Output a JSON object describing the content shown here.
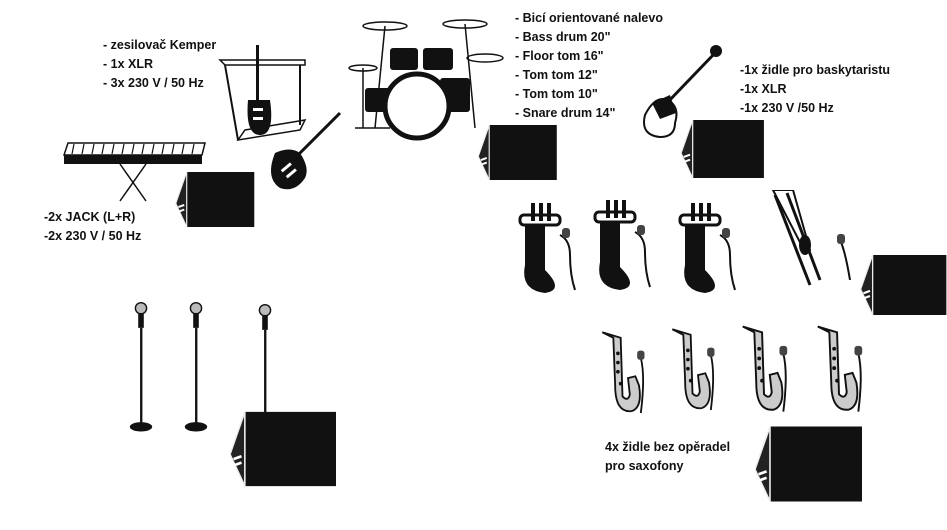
{
  "notes": {
    "guitar": [
      "- zesilovač Kemper",
      "- 1x XLR",
      "- 3x 230 V / 50 Hz"
    ],
    "keyboard": [
      "-2x JACK (L+R)",
      "-2x 230 V / 50 Hz"
    ],
    "drums": [
      "- Bicí orientované nalevo",
      "- Bass drum 20\"",
      "- Floor tom 16\"",
      "- Tom tom 12\"",
      "- Tom tom 10\"",
      "- Snare drum 14\""
    ],
    "bass": [
      "-1x židle pro baskytaristu",
      "-1x XLR",
      "-1x 230 V /50 Hz"
    ],
    "saxophones": [
      "4x židle bez opěradel",
      "pro saxofony"
    ]
  },
  "colors": {
    "ink": "#111111",
    "background": "#ffffff"
  }
}
